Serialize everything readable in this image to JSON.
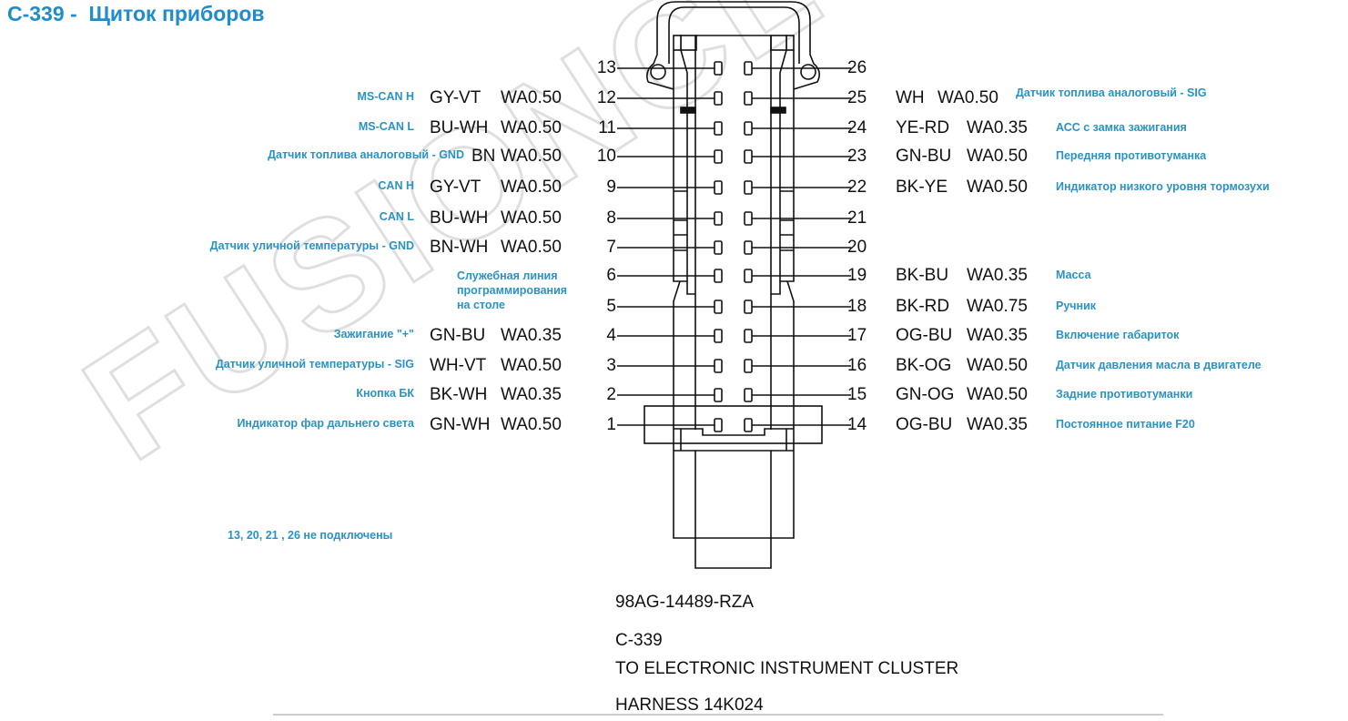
{
  "title": "C-339 -  Щиток приборов",
  "watermark": "FUSIONCLUB.RU",
  "left_pins": [
    {
      "num": "13",
      "color": "",
      "gauge": "",
      "label": ""
    },
    {
      "num": "12",
      "color": "GY-VT",
      "gauge": "WA0.50",
      "label": "MS-CAN H"
    },
    {
      "num": "11",
      "color": "BU-WH",
      "gauge": "WA0.50",
      "label": "MS-CAN L"
    },
    {
      "num": "10",
      "color": "BN",
      "gauge": "WA0.50",
      "label": "Датчик топлива аналоговый - GND"
    },
    {
      "num": "9",
      "color": "GY-VT",
      "gauge": "WA0.50",
      "label": "CAN H"
    },
    {
      "num": "8",
      "color": "BU-WH",
      "gauge": "WA0.50",
      "label": "CAN L"
    },
    {
      "num": "7",
      "color": "BN-WH",
      "gauge": "WA0.50",
      "label": "Датчик уличной температуры - GND"
    },
    {
      "num": "6",
      "color": "",
      "gauge": "",
      "label": ""
    },
    {
      "num": "5",
      "color": "",
      "gauge": "",
      "label": ""
    },
    {
      "num": "4",
      "color": "GN-BU",
      "gauge": "WA0.35",
      "label": "Зажигание \"+\""
    },
    {
      "num": "3",
      "color": "WH-VT",
      "gauge": "WA0.50",
      "label": "Датчик уличной температуры - SIG"
    },
    {
      "num": "2",
      "color": "BK-WH",
      "gauge": "WA0.35",
      "label": "Кнопка БК"
    },
    {
      "num": "1",
      "color": "GN-WH",
      "gauge": "WA0.50",
      "label": "Индикатор фар дальнего света"
    }
  ],
  "pins_6_5_label": [
    "Служебная линия",
    "программирования",
    "на столе"
  ],
  "right_pins": [
    {
      "num": "26",
      "color": "",
      "gauge": "",
      "label": ""
    },
    {
      "num": "25",
      "color": "WH",
      "gauge": "WA0.50",
      "label": "Датчик топлива аналоговый - SIG"
    },
    {
      "num": "24",
      "color": "YE-RD",
      "gauge": "WA0.35",
      "label": "АСС с замка зажигания"
    },
    {
      "num": "23",
      "color": "GN-BU",
      "gauge": "WA0.50",
      "label": "Передняя противотуманка"
    },
    {
      "num": "22",
      "color": "BK-YE",
      "gauge": "WA0.50",
      "label": "Индикатор низкого уровня тормозухи"
    },
    {
      "num": "21",
      "color": "",
      "gauge": "",
      "label": ""
    },
    {
      "num": "20",
      "color": "",
      "gauge": "",
      "label": ""
    },
    {
      "num": "19",
      "color": "BK-BU",
      "gauge": "WA0.35",
      "label": "Масса"
    },
    {
      "num": "18",
      "color": "BK-RD",
      "gauge": "WA0.75",
      "label": "Ручник"
    },
    {
      "num": "17",
      "color": "OG-BU",
      "gauge": "WA0.35",
      "label": "Включение габариток"
    },
    {
      "num": "16",
      "color": "BK-OG",
      "gauge": "WA0.50",
      "label": "Датчик давления масла в двигателе"
    },
    {
      "num": "15",
      "color": "GN-OG",
      "gauge": "WA0.50",
      "label": "Задние противотуманки"
    },
    {
      "num": "14",
      "color": "OG-BU",
      "gauge": "WA0.35",
      "label": "Постоянное питание F20"
    }
  ],
  "note": "13, 20, 21 , 26 не подключены",
  "footer": {
    "part_number": "98AG-14489-RZA",
    "connector": "C-339",
    "destination": "TO ELECTRONIC INSTRUMENT CLUSTER",
    "harness": "HARNESS 14K024"
  },
  "colors": {
    "title": "#1f8ccc",
    "label": "#2a93c4",
    "line": "#111111"
  }
}
